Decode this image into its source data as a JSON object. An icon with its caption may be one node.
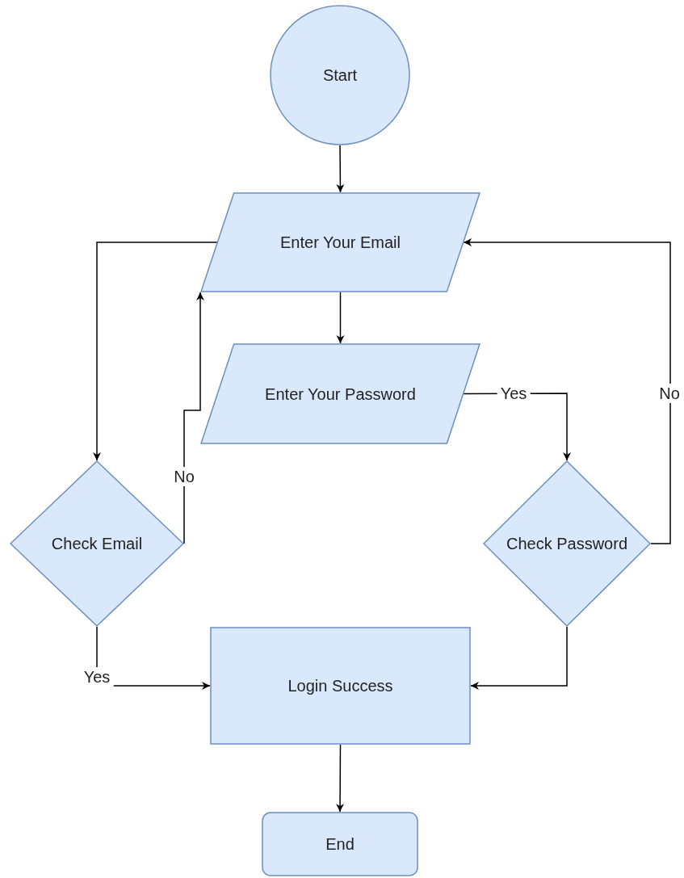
{
  "diagram": {
    "nodes": [
      {
        "text": [
          "Start"
        ]
      },
      {
        "text": [
          "Enter Your Email"
        ]
      },
      {
        "text": [
          "Enter Your Password"
        ]
      },
      {
        "text": [
          "Check Email"
        ]
      },
      {
        "text": [
          "Check Password"
        ]
      },
      {
        "text": [
          "Login Success"
        ]
      },
      {
        "text": [
          "End"
        ]
      }
    ],
    "edges": [
      {
        "from": 0,
        "to": 1,
        "arrow": "to"
      },
      {
        "from": 1,
        "to": 2,
        "arrow": "to"
      },
      {
        "from": 1,
        "to": 3,
        "arrow": "to"
      },
      {
        "from": 3,
        "to": 1,
        "arrow": "to",
        "label": "No"
      },
      {
        "from": 2,
        "to": 4,
        "arrow": "to",
        "label": "Yes"
      },
      {
        "from": 4,
        "to": 1,
        "arrow": "to",
        "label": "No"
      },
      {
        "from": 3,
        "to": 5,
        "arrow": "to",
        "label": "Yes"
      },
      {
        "from": 4,
        "to": 5,
        "arrow": "to"
      },
      {
        "from": 5,
        "to": 6,
        "arrow": "to"
      }
    ]
  }
}
